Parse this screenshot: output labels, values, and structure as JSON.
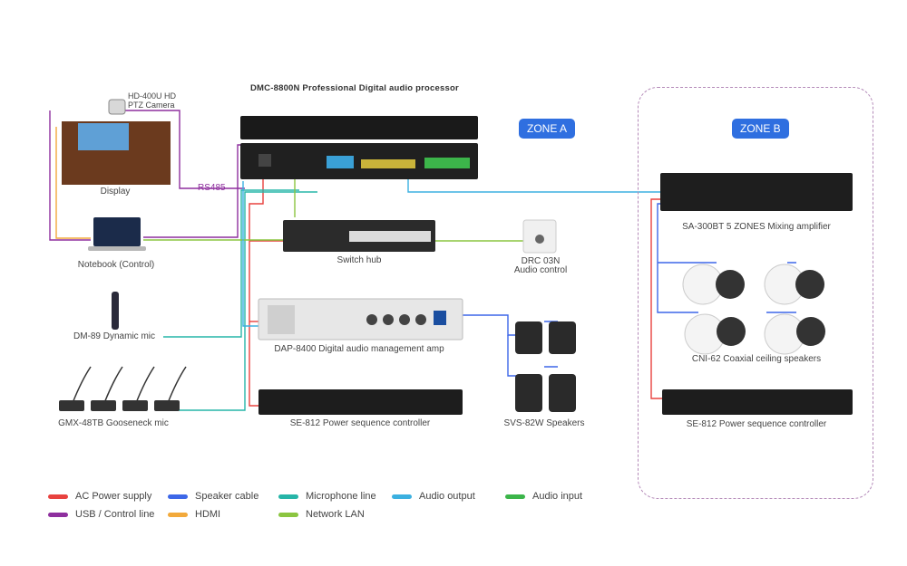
{
  "processor": {
    "title": "DMC-8800N     Professional Digital audio processor"
  },
  "zones": {
    "a": "ZONE A",
    "b": "ZONE B"
  },
  "devices": {
    "camera": "HD-400U HD\nPTZ Camera",
    "display": "Display",
    "rs485": "RS485",
    "notebook": "Notebook (Control)",
    "switch": "Switch hub",
    "drc": "DRC 03N\nAudio control",
    "dynamic_mic": "DM-89 Dynamic mic",
    "dap": "DAP-8400  Digital audio management amp",
    "gooseneck": "GMX-48TB Gooseneck mic",
    "se812_a": "SE-812 Power sequence controller",
    "svs": "SVS-82W Speakers",
    "mixer": "SA-300BT 5 ZONES Mixing amplifier",
    "ceiling": "CNI-62 Coaxial ceiling speakers",
    "se812_b": "SE-812 Power sequence controller"
  },
  "legend": [
    {
      "label": "AC Power supply",
      "color": "#e8423f"
    },
    {
      "label": "Speaker cable",
      "color": "#3d67e8"
    },
    {
      "label": "Microphone line",
      "color": "#26b5a8"
    },
    {
      "label": "Audio output",
      "color": "#3bb0e0"
    },
    {
      "label": "Audio input",
      "color": "#3cb54a"
    },
    {
      "label": "USB / Control line",
      "color": "#8e2f9e"
    },
    {
      "label": "HDMI",
      "color": "#f2a93b"
    },
    {
      "label": "Network LAN",
      "color": "#8bc540"
    }
  ]
}
